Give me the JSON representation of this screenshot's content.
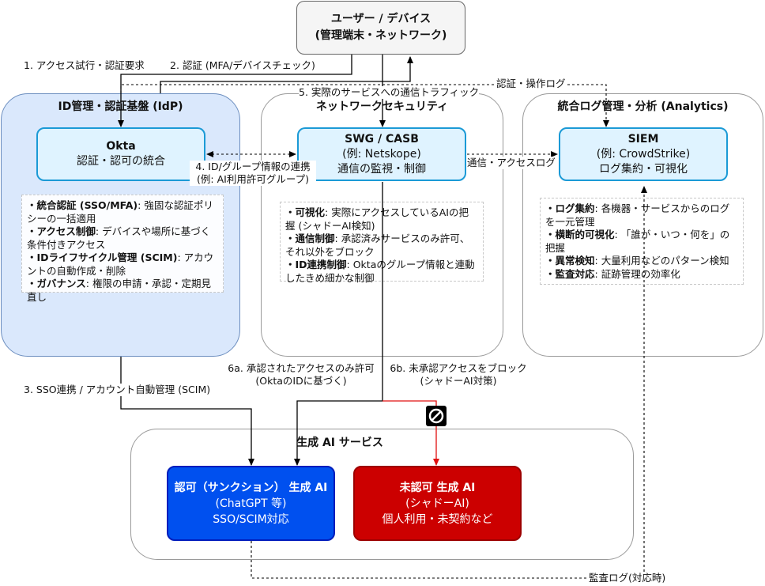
{
  "user": {
    "line1": "ユーザー / デバイス",
    "line2": "(管理端末・ネットワーク)"
  },
  "groups": {
    "idp": "ID管理・認証基盤 (IdP)",
    "network": "ネットワークセキュリティ",
    "analytics": "統合ログ管理・分析 (Analytics)",
    "ai": "生成 AI サービス"
  },
  "nodes": {
    "okta": {
      "title": "Okta",
      "subtitle": "認証・認可の統合"
    },
    "swg": {
      "title": "SWG / CASB",
      "line2": "(例: Netskope)",
      "line3": "通信の監視・制御"
    },
    "siem": {
      "title": "SIEM",
      "line2": "(例: CrowdStrike)",
      "line3": "ログ集約・可視化"
    },
    "sanctioned": {
      "title": "認可（サンクション） 生成 AI",
      "line2": "(ChatGPT 等)",
      "line3": "SSO/SCIM対応"
    },
    "unsanctioned": {
      "title": "未認可 生成 AI",
      "line2": "(シャドーAI)",
      "line3": "個人利用・未契約など"
    }
  },
  "notes": {
    "idp": [
      {
        "bold": "・統合認証 (SSO/MFA)",
        "text": ": 強固な認証ポリシーの一括適用"
      },
      {
        "bold": "・アクセス制御",
        "text": ": デバイスや場所に基づく条件付きアクセス"
      },
      {
        "bold": "・IDライフサイクル管理 (SCIM)",
        "text": ": アカウントの自動作成・削除"
      },
      {
        "bold": "・ガバナンス",
        "text": ": 権限の申請・承認・定期見直し"
      }
    ],
    "network": [
      {
        "bold": "・可視化",
        "text": ": 実際にアクセスしているAIの把握 (シャドーAI検知)"
      },
      {
        "bold": "・通信制御",
        "text": ": 承認済みサービスのみ許可、それ以外をブロック"
      },
      {
        "bold": "・ID連携制御",
        "text": ": Oktaのグループ情報と連動したきめ細かな制御"
      }
    ],
    "analytics": [
      {
        "bold": "・ログ集約",
        "text": ": 各機器・サービスからのログを一元管理"
      },
      {
        "bold": "・横断的可視化",
        "text": ": 「誰が・いつ・何を」の把握"
      },
      {
        "bold": "・異常検知",
        "text": ": 大量利用などのパターン検知"
      },
      {
        "bold": "・監査対応",
        "text": ": 証跡管理の効率化"
      }
    ]
  },
  "edges": {
    "e1": "1. アクセス試行・認証要求",
    "e2": "2. 認証 (MFA/デバイスチェック)",
    "e5": "5. 実際のサービスへの通信トラフィック",
    "auth_log": "認証・操作ログ",
    "e4_line1": "4. ID/グループ情報の連携",
    "e4_line2": "(例: AI利用許可グループ)",
    "comm_log": "通信・アクセスログ",
    "e3": "3. SSO連携 / アカウント自動管理 (SCIM)",
    "e6a_line1": "6a. 承認されたアクセスのみ許可",
    "e6a_line2": "(OktaのIDに基づく)",
    "e6b_line1": "6b. 未承認アクセスをブロック",
    "e6b_line2": "(シャドーAI対策)",
    "audit_log": "監査ログ(対応時)"
  },
  "icons": {
    "block": "block-icon"
  },
  "colors": {
    "idp_fill": "#dae8fc",
    "node_border": "#1b9ad6",
    "sanctioned": "#0050ef",
    "unsanctioned": "#cc0000",
    "block_edge": "#e01010"
  }
}
